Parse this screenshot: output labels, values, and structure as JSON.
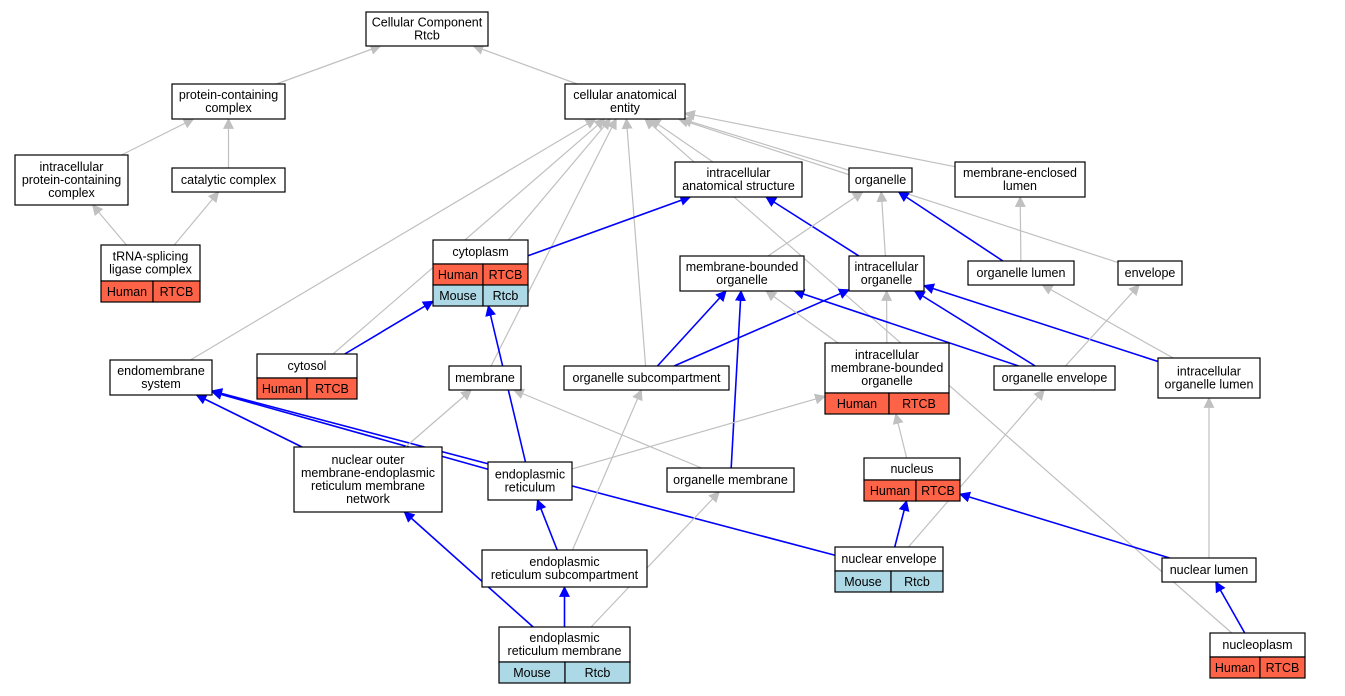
{
  "colors": {
    "human": "#FF6347",
    "mouse": "#ADD8E6",
    "edge_gray": "#C0C0C0",
    "edge_blue": "#0000FF",
    "node_fill": "#FFFFFF"
  },
  "nodes": {
    "cc": {
      "lines": [
        "Cellular Component",
        "Rtcb"
      ]
    },
    "pcc": {
      "lines": [
        "protein-containing",
        "complex"
      ]
    },
    "cae": {
      "lines": [
        "cellular anatomical",
        "entity"
      ]
    },
    "ipcc": {
      "lines": [
        "intracellular",
        "protein-containing",
        "complex"
      ]
    },
    "cat": {
      "lines": [
        "catalytic complex"
      ]
    },
    "ias": {
      "lines": [
        "intracellular",
        "anatomical structure"
      ]
    },
    "org": {
      "lines": [
        "organelle"
      ]
    },
    "mel": {
      "lines": [
        "membrane-enclosed",
        "lumen"
      ]
    },
    "tsl": {
      "lines": [
        "tRNA-splicing",
        "ligase complex"
      ],
      "tags": [
        {
          "species": "Human",
          "gene": "RTCB"
        }
      ]
    },
    "cyto": {
      "lines": [
        "cytoplasm"
      ],
      "tags": [
        {
          "species": "Human",
          "gene": "RTCB"
        },
        {
          "species": "Mouse",
          "gene": "Rtcb"
        }
      ]
    },
    "mbo": {
      "lines": [
        "membrane-bounded",
        "organelle"
      ]
    },
    "io": {
      "lines": [
        "intracellular",
        "organelle"
      ]
    },
    "ol": {
      "lines": [
        "organelle lumen"
      ]
    },
    "env": {
      "lines": [
        "envelope"
      ]
    },
    "cytosol": {
      "lines": [
        "cytosol"
      ],
      "tags": [
        {
          "species": "Human",
          "gene": "RTCB"
        }
      ]
    },
    "ems": {
      "lines": [
        "endomembrane",
        "system"
      ]
    },
    "mem": {
      "lines": [
        "membrane"
      ]
    },
    "osc": {
      "lines": [
        "organelle subcompartment"
      ]
    },
    "imbo": {
      "lines": [
        "intracellular",
        "membrane-bounded",
        "organelle"
      ],
      "tags": [
        {
          "species": "Human",
          "gene": "RTCB"
        }
      ]
    },
    "oe": {
      "lines": [
        "organelle envelope"
      ]
    },
    "iol": {
      "lines": [
        "intracellular",
        "organelle lumen"
      ]
    },
    "nom": {
      "lines": [
        "nuclear outer",
        "membrane-endoplasmic",
        "reticulum membrane",
        "network"
      ]
    },
    "er": {
      "lines": [
        "endoplasmic",
        "reticulum"
      ]
    },
    "om": {
      "lines": [
        "organelle membrane"
      ]
    },
    "nuc": {
      "lines": [
        "nucleus"
      ],
      "tags": [
        {
          "species": "Human",
          "gene": "RTCB"
        }
      ]
    },
    "ers": {
      "lines": [
        "endoplasmic",
        "reticulum subcompartment"
      ]
    },
    "ne": {
      "lines": [
        "nuclear envelope"
      ],
      "tags": [
        {
          "species": "Mouse",
          "gene": "Rtcb"
        }
      ]
    },
    "nl": {
      "lines": [
        "nuclear lumen"
      ]
    },
    "erm": {
      "lines": [
        "endoplasmic",
        "reticulum membrane"
      ],
      "tags": [
        {
          "species": "Mouse",
          "gene": "Rtcb"
        }
      ]
    },
    "np": {
      "lines": [
        "nucleoplasm"
      ],
      "tags": [
        {
          "species": "Human",
          "gene": "RTCB"
        }
      ]
    }
  },
  "edges": [
    {
      "from": "pcc",
      "to": "cc",
      "color": "gray"
    },
    {
      "from": "cae",
      "to": "cc",
      "color": "gray"
    },
    {
      "from": "ipcc",
      "to": "pcc",
      "color": "gray"
    },
    {
      "from": "cat",
      "to": "pcc",
      "color": "gray"
    },
    {
      "from": "tsl",
      "to": "ipcc",
      "color": "gray"
    },
    {
      "from": "tsl",
      "to": "cat",
      "color": "gray"
    },
    {
      "from": "ias",
      "to": "cae",
      "color": "gray"
    },
    {
      "from": "org",
      "to": "cae",
      "color": "gray"
    },
    {
      "from": "mel",
      "to": "cae",
      "color": "gray"
    },
    {
      "from": "env",
      "to": "cae",
      "color": "gray"
    },
    {
      "from": "cyto",
      "to": "cae",
      "color": "gray"
    },
    {
      "from": "cytosol",
      "to": "cae",
      "color": "gray"
    },
    {
      "from": "ems",
      "to": "cae",
      "color": "gray"
    },
    {
      "from": "mem",
      "to": "cae",
      "color": "gray"
    },
    {
      "from": "osc",
      "to": "cae",
      "color": "gray"
    },
    {
      "from": "np",
      "to": "cae",
      "color": "gray"
    },
    {
      "from": "cyto",
      "to": "ias",
      "color": "blue"
    },
    {
      "from": "io",
      "to": "ias",
      "color": "blue"
    },
    {
      "from": "mbo",
      "to": "org",
      "color": "gray"
    },
    {
      "from": "io",
      "to": "org",
      "color": "gray"
    },
    {
      "from": "ol",
      "to": "org",
      "color": "blue"
    },
    {
      "from": "ol",
      "to": "mel",
      "color": "gray"
    },
    {
      "from": "cytosol",
      "to": "cyto",
      "color": "blue"
    },
    {
      "from": "er",
      "to": "cyto",
      "color": "blue"
    },
    {
      "from": "osc",
      "to": "mbo",
      "color": "blue"
    },
    {
      "from": "osc",
      "to": "io",
      "color": "blue"
    },
    {
      "from": "imbo",
      "to": "mbo",
      "color": "gray"
    },
    {
      "from": "imbo",
      "to": "io",
      "color": "gray"
    },
    {
      "from": "om",
      "to": "mbo",
      "color": "blue"
    },
    {
      "from": "oe",
      "to": "mbo",
      "color": "blue"
    },
    {
      "from": "oe",
      "to": "io",
      "color": "blue"
    },
    {
      "from": "iol",
      "to": "io",
      "color": "blue"
    },
    {
      "from": "iol",
      "to": "ol",
      "color": "gray"
    },
    {
      "from": "oe",
      "to": "env",
      "color": "gray"
    },
    {
      "from": "nom",
      "to": "ems",
      "color": "blue"
    },
    {
      "from": "er",
      "to": "ems",
      "color": "blue"
    },
    {
      "from": "ne",
      "to": "ems",
      "color": "blue"
    },
    {
      "from": "nom",
      "to": "mem",
      "color": "gray"
    },
    {
      "from": "om",
      "to": "mem",
      "color": "gray"
    },
    {
      "from": "ers",
      "to": "osc",
      "color": "gray"
    },
    {
      "from": "er",
      "to": "imbo",
      "color": "gray"
    },
    {
      "from": "nuc",
      "to": "imbo",
      "color": "gray"
    },
    {
      "from": "ne",
      "to": "oe",
      "color": "gray"
    },
    {
      "from": "nl",
      "to": "iol",
      "color": "gray"
    },
    {
      "from": "ers",
      "to": "er",
      "color": "blue"
    },
    {
      "from": "erm",
      "to": "nom",
      "color": "blue"
    },
    {
      "from": "erm",
      "to": "om",
      "color": "gray"
    },
    {
      "from": "erm",
      "to": "ers",
      "color": "blue"
    },
    {
      "from": "ne",
      "to": "nuc",
      "color": "blue"
    },
    {
      "from": "nl",
      "to": "nuc",
      "color": "blue"
    },
    {
      "from": "np",
      "to": "nl",
      "color": "blue"
    }
  ]
}
